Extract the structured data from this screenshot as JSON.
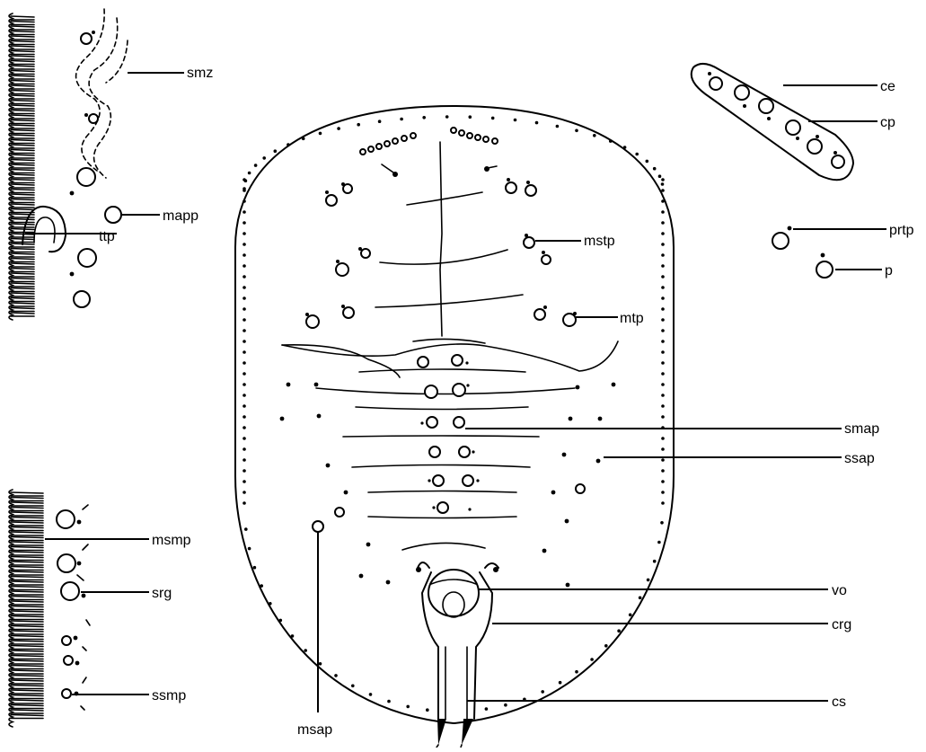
{
  "labels": {
    "smz": "smz",
    "mapp": "mapp",
    "ttp": "ttp",
    "ce": "ce",
    "cp": "cp",
    "prtp": "prtp",
    "p": "p",
    "mstp": "mstp",
    "mtp": "mtp",
    "smap": "smap",
    "ssap": "ssap",
    "msmp": "msmp",
    "srg": "srg",
    "ssmp": "ssmp",
    "vo": "vo",
    "crg": "crg",
    "cs": "cs",
    "msap": "msap"
  }
}
